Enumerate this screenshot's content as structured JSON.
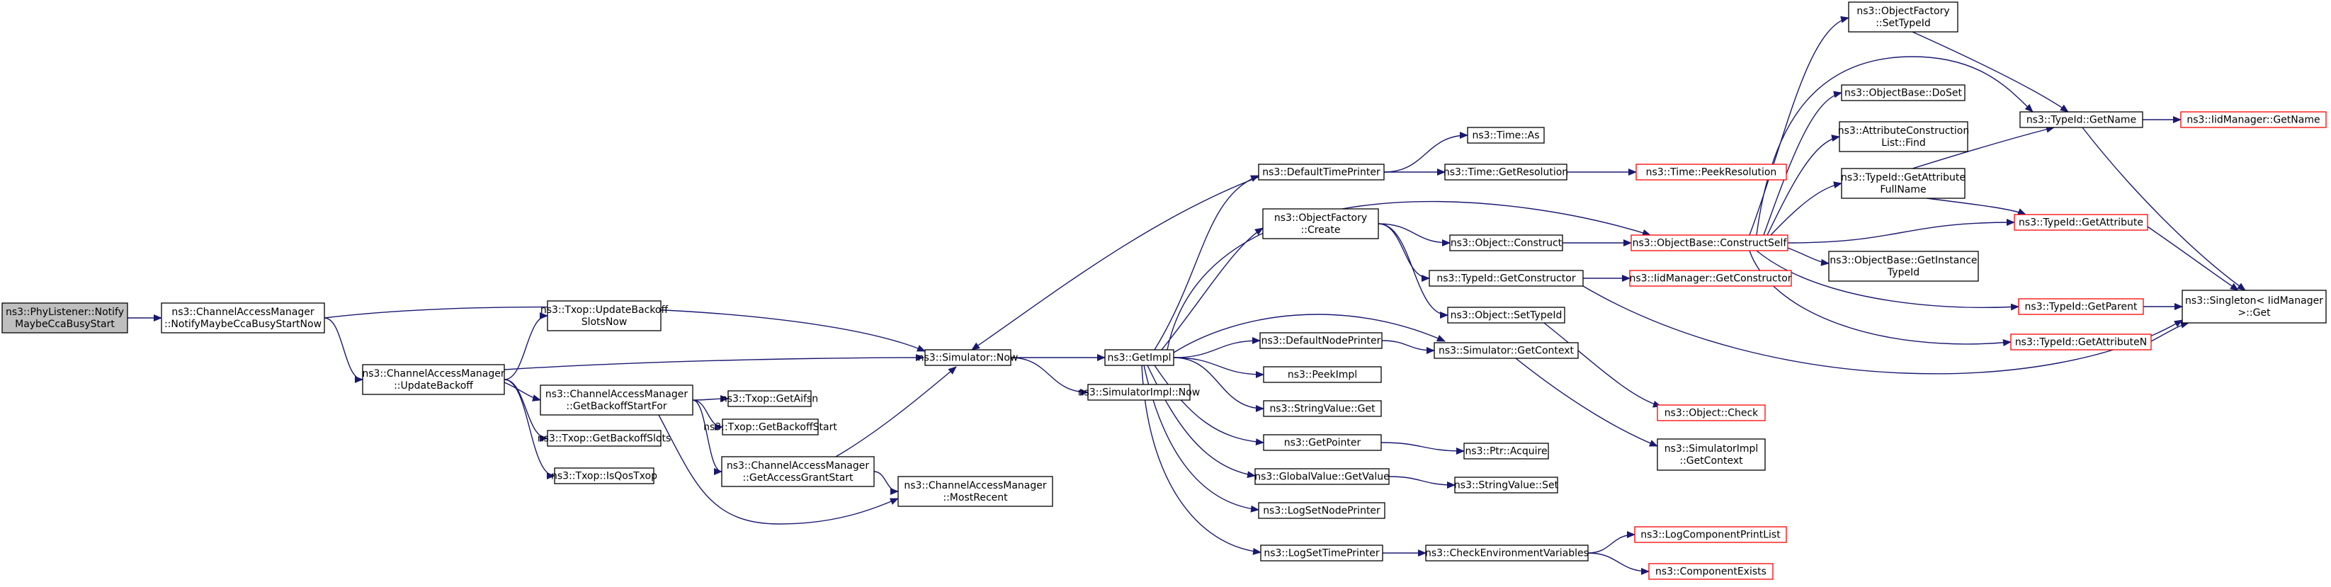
{
  "nodes": [
    {
      "id": "root",
      "lines": [
        "ns3::PhyListener::Notify",
        "MaybeCcaBusyStart"
      ],
      "style": "root"
    },
    {
      "id": "cam_notify",
      "lines": [
        "ns3::ChannelAccessManager",
        "::NotifyMaybeCcaBusyStartNow"
      ],
      "style": "normal"
    },
    {
      "id": "cam_update",
      "lines": [
        "ns3::ChannelAccessManager",
        "::UpdateBackoff"
      ],
      "style": "normal"
    },
    {
      "id": "txop_upd",
      "lines": [
        "ns3::Txop::UpdateBackoff",
        "SlotsNow"
      ],
      "style": "normal"
    },
    {
      "id": "cam_gbsf",
      "lines": [
        "ns3::ChannelAccessManager",
        "::GetBackoffStartFor"
      ],
      "style": "normal"
    },
    {
      "id": "txop_slots",
      "lines": [
        "ns3::Txop::GetBackoffSlots"
      ],
      "style": "normal"
    },
    {
      "id": "txop_qos",
      "lines": [
        "ns3::Txop::IsQosTxop"
      ],
      "style": "normal"
    },
    {
      "id": "txop_aifsn",
      "lines": [
        "ns3::Txop::GetAifsn"
      ],
      "style": "normal"
    },
    {
      "id": "txop_bstart",
      "lines": [
        "ns3::Txop::GetBackoffStart"
      ],
      "style": "normal"
    },
    {
      "id": "cam_grant",
      "lines": [
        "ns3::ChannelAccessManager",
        "::GetAccessGrantStart"
      ],
      "style": "normal"
    },
    {
      "id": "cam_recent",
      "lines": [
        "ns3::ChannelAccessManager",
        "::MostRecent"
      ],
      "style": "normal"
    },
    {
      "id": "sim_now",
      "lines": [
        "ns3::Simulator::Now"
      ],
      "style": "normal"
    },
    {
      "id": "getimpl",
      "lines": [
        "ns3::GetImpl"
      ],
      "style": "normal"
    },
    {
      "id": "simimpl_now",
      "lines": [
        "ns3::SimulatorImpl::Now"
      ],
      "style": "normal"
    },
    {
      "id": "deftime",
      "lines": [
        "ns3::DefaultTimePrinter"
      ],
      "style": "normal"
    },
    {
      "id": "objfac_create",
      "lines": [
        "ns3::ObjectFactory",
        "::Create"
      ],
      "style": "normal"
    },
    {
      "id": "defnode",
      "lines": [
        "ns3::DefaultNodePrinter"
      ],
      "style": "normal"
    },
    {
      "id": "peekimpl",
      "lines": [
        "ns3::PeekImpl"
      ],
      "style": "normal"
    },
    {
      "id": "strval_get",
      "lines": [
        "ns3::StringValue::Get"
      ],
      "style": "normal"
    },
    {
      "id": "getpointer",
      "lines": [
        "ns3::GetPointer"
      ],
      "style": "normal"
    },
    {
      "id": "globval",
      "lines": [
        "ns3::GlobalValue::GetValue"
      ],
      "style": "normal"
    },
    {
      "id": "logsetnode",
      "lines": [
        "ns3::LogSetNodePrinter"
      ],
      "style": "normal"
    },
    {
      "id": "logsettime",
      "lines": [
        "ns3::LogSetTimePrinter"
      ],
      "style": "normal"
    },
    {
      "id": "time_as",
      "lines": [
        "ns3::Time::As"
      ],
      "style": "normal"
    },
    {
      "id": "time_getres",
      "lines": [
        "ns3::Time::GetResolution"
      ],
      "style": "normal"
    },
    {
      "id": "time_peekres",
      "lines": [
        "ns3::Time::PeekResolution"
      ],
      "style": "red"
    },
    {
      "id": "obj_construct",
      "lines": [
        "ns3::Object::Construct"
      ],
      "style": "normal"
    },
    {
      "id": "tid_getctor",
      "lines": [
        "ns3::TypeId::GetConstructor"
      ],
      "style": "normal"
    },
    {
      "id": "obj_settid",
      "lines": [
        "ns3::Object::SetTypeId"
      ],
      "style": "normal"
    },
    {
      "id": "sim_getctx",
      "lines": [
        "ns3::Simulator::GetContext"
      ],
      "style": "normal"
    },
    {
      "id": "simimpl_getctx",
      "lines": [
        "ns3::SimulatorImpl",
        "::GetContext"
      ],
      "style": "normal"
    },
    {
      "id": "obj_check",
      "lines": [
        "ns3::Object::Check"
      ],
      "style": "red"
    },
    {
      "id": "ptr_acquire",
      "lines": [
        "ns3::Ptr::Acquire"
      ],
      "style": "normal"
    },
    {
      "id": "strval_set",
      "lines": [
        "ns3::StringValue::Set"
      ],
      "style": "normal"
    },
    {
      "id": "checkenv",
      "lines": [
        "ns3::CheckEnvironmentVariables"
      ],
      "style": "normal"
    },
    {
      "id": "logcompprint",
      "lines": [
        "ns3::LogComponentPrintList"
      ],
      "style": "red"
    },
    {
      "id": "compexists",
      "lines": [
        "ns3::ComponentExists"
      ],
      "style": "red"
    },
    {
      "id": "iid_getctor",
      "lines": [
        "ns3::IidManager::GetConstructor"
      ],
      "style": "red"
    },
    {
      "id": "objbase_cs",
      "lines": [
        "ns3::ObjectBase::ConstructSelf"
      ],
      "style": "red"
    },
    {
      "id": "objfac_settid",
      "lines": [
        "ns3::ObjectFactory",
        "::SetTypeId"
      ],
      "style": "normal"
    },
    {
      "id": "objbase_doset",
      "lines": [
        "ns3::ObjectBase::DoSet"
      ],
      "style": "normal"
    },
    {
      "id": "attrcl_find",
      "lines": [
        "ns3::AttributeConstruction",
        "List::Find"
      ],
      "style": "normal"
    },
    {
      "id": "tid_getattrfn",
      "lines": [
        "ns3::TypeId::GetAttribute",
        "FullName"
      ],
      "style": "normal"
    },
    {
      "id": "objbase_getinst",
      "lines": [
        "ns3::ObjectBase::GetInstance",
        "TypeId"
      ],
      "style": "normal"
    },
    {
      "id": "tid_getname",
      "lines": [
        "ns3::TypeId::GetName"
      ],
      "style": "normal"
    },
    {
      "id": "iid_getname",
      "lines": [
        "ns3::IidManager::GetName"
      ],
      "style": "red"
    },
    {
      "id": "tid_getattr",
      "lines": [
        "ns3::TypeId::GetAttribute"
      ],
      "style": "red"
    },
    {
      "id": "tid_getparent",
      "lines": [
        "ns3::TypeId::GetParent"
      ],
      "style": "red"
    },
    {
      "id": "tid_getattrn",
      "lines": [
        "ns3::TypeId::GetAttributeN"
      ],
      "style": "red"
    },
    {
      "id": "singleton_get",
      "lines": [
        "ns3::Singleton< IidManager",
        " >::Get"
      ],
      "style": "normal"
    }
  ],
  "edges": [
    [
      "root",
      "cam_notify"
    ],
    [
      "cam_notify",
      "cam_update"
    ],
    [
      "cam_notify",
      "sim_now"
    ],
    [
      "cam_update",
      "txop_upd"
    ],
    [
      "cam_update",
      "cam_gbsf"
    ],
    [
      "cam_update",
      "txop_slots"
    ],
    [
      "cam_update",
      "txop_qos"
    ],
    [
      "cam_update",
      "sim_now"
    ],
    [
      "cam_gbsf",
      "txop_aifsn"
    ],
    [
      "cam_gbsf",
      "txop_bstart"
    ],
    [
      "cam_gbsf",
      "cam_grant"
    ],
    [
      "cam_gbsf",
      "cam_recent"
    ],
    [
      "cam_grant",
      "sim_now"
    ],
    [
      "cam_grant",
      "cam_recent"
    ],
    [
      "sim_now",
      "getimpl"
    ],
    [
      "sim_now",
      "simimpl_now"
    ],
    [
      "getimpl",
      "deftime"
    ],
    [
      "getimpl",
      "objfac_create"
    ],
    [
      "getimpl",
      "defnode"
    ],
    [
      "getimpl",
      "peekimpl"
    ],
    [
      "getimpl",
      "strval_get"
    ],
    [
      "getimpl",
      "getpointer"
    ],
    [
      "getimpl",
      "globval"
    ],
    [
      "getimpl",
      "logsetnode"
    ],
    [
      "getimpl",
      "logsettime"
    ],
    [
      "getimpl",
      "sim_getctx"
    ],
    [
      "getimpl",
      "objbase_cs"
    ],
    [
      "deftime",
      "time_as"
    ],
    [
      "deftime",
      "time_getres"
    ],
    [
      "deftime",
      "sim_now"
    ],
    [
      "time_getres",
      "time_peekres"
    ],
    [
      "objfac_create",
      "obj_construct"
    ],
    [
      "objfac_create",
      "tid_getctor"
    ],
    [
      "objfac_create",
      "obj_settid"
    ],
    [
      "obj_construct",
      "objbase_cs"
    ],
    [
      "tid_getctor",
      "iid_getctor"
    ],
    [
      "tid_getctor",
      "singleton_get"
    ],
    [
      "obj_settid",
      "obj_check"
    ],
    [
      "defnode",
      "sim_getctx"
    ],
    [
      "sim_getctx",
      "simimpl_getctx"
    ],
    [
      "getpointer",
      "ptr_acquire"
    ],
    [
      "globval",
      "strval_set"
    ],
    [
      "logsettime",
      "checkenv"
    ],
    [
      "checkenv",
      "logcompprint"
    ],
    [
      "checkenv",
      "compexists"
    ],
    [
      "objbase_cs",
      "objfac_settid"
    ],
    [
      "objbase_cs",
      "objbase_doset"
    ],
    [
      "objbase_cs",
      "attrcl_find"
    ],
    [
      "objbase_cs",
      "tid_getattrfn"
    ],
    [
      "objbase_cs",
      "objbase_getinst"
    ],
    [
      "objbase_cs",
      "tid_getname"
    ],
    [
      "objbase_cs",
      "tid_getattr"
    ],
    [
      "objbase_cs",
      "tid_getparent"
    ],
    [
      "objbase_cs",
      "tid_getattrn"
    ],
    [
      "objfac_settid",
      "tid_getname"
    ],
    [
      "tid_getattrfn",
      "tid_getname"
    ],
    [
      "tid_getattrfn",
      "tid_getattr"
    ],
    [
      "tid_getname",
      "iid_getname"
    ],
    [
      "tid_getname",
      "singleton_get"
    ],
    [
      "tid_getattr",
      "singleton_get"
    ],
    [
      "tid_getparent",
      "singleton_get"
    ],
    [
      "tid_getattrn",
      "singleton_get"
    ]
  ]
}
